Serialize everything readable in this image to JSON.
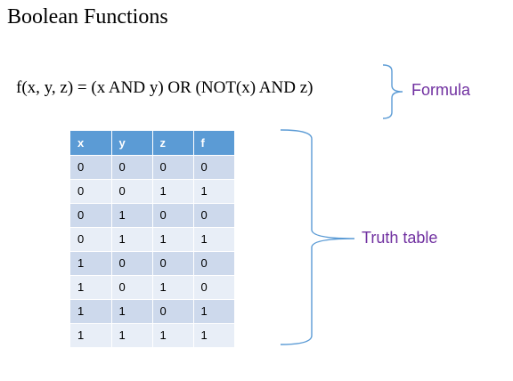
{
  "title": "Boolean Functions",
  "formula": {
    "text": "f(x, y, z) = (x AND y) OR (NOT(x) AND z)",
    "label": "Formula"
  },
  "truth_table": {
    "label": "Truth table",
    "headers": [
      "x",
      "y",
      "z",
      "f"
    ],
    "rows": [
      [
        "0",
        "0",
        "0",
        "0"
      ],
      [
        "0",
        "0",
        "1",
        "1"
      ],
      [
        "0",
        "1",
        "0",
        "0"
      ],
      [
        "0",
        "1",
        "1",
        "1"
      ],
      [
        "1",
        "0",
        "0",
        "0"
      ],
      [
        "1",
        "0",
        "1",
        "0"
      ],
      [
        "1",
        "1",
        "0",
        "1"
      ],
      [
        "1",
        "1",
        "1",
        "1"
      ]
    ]
  },
  "colors": {
    "header_bg": "#5b9bd5",
    "row_odd_bg": "#cdd9ec",
    "row_even_bg": "#e8eef7",
    "label_color": "#7030a0",
    "brace_color": "#5b9bd5"
  }
}
